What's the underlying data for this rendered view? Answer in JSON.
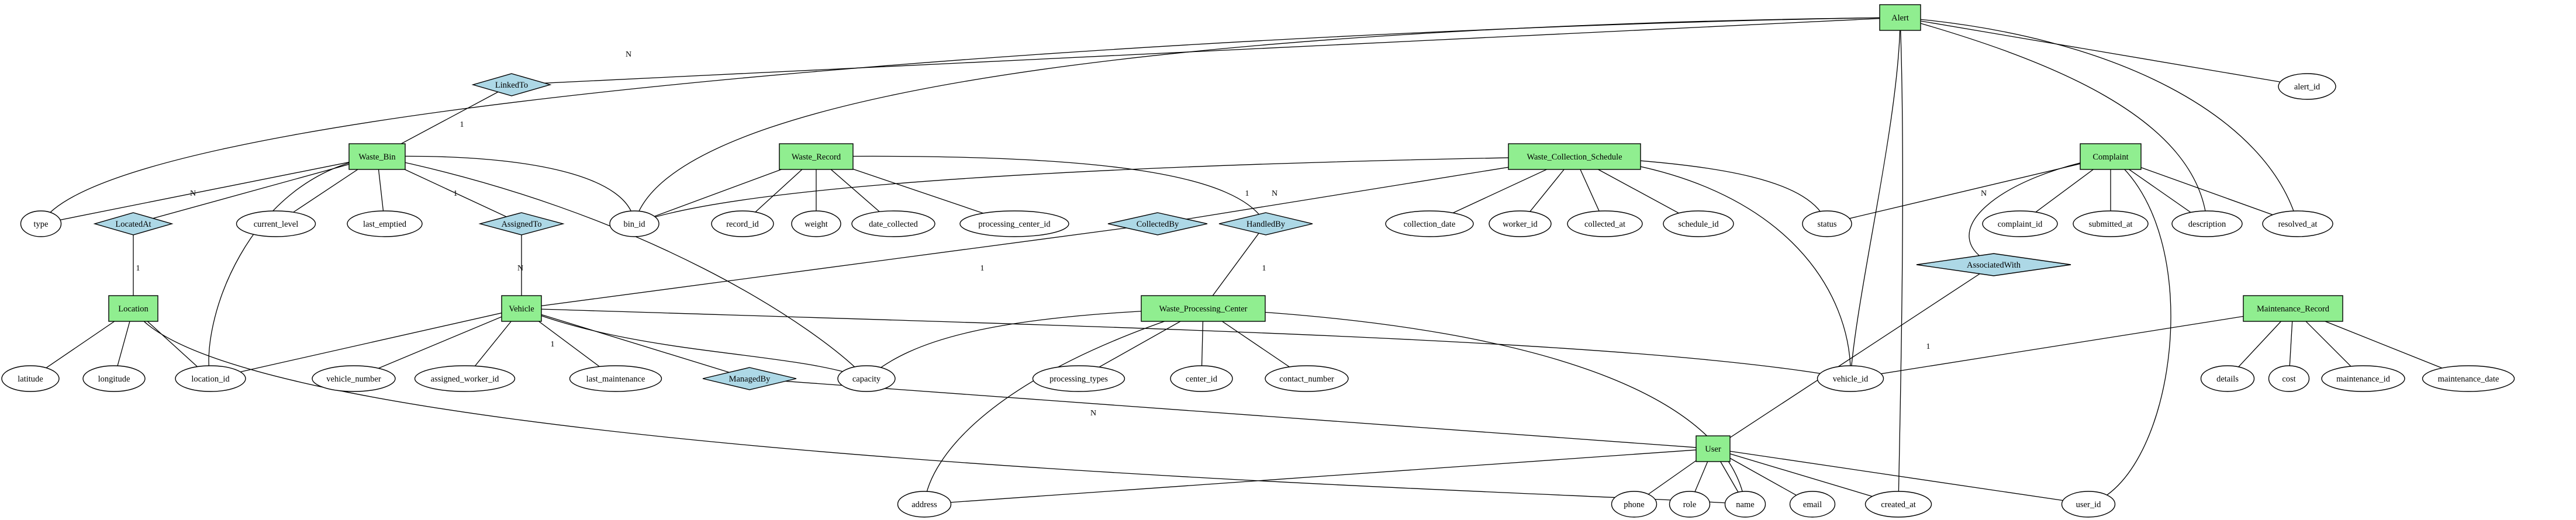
{
  "diagram": {
    "entities": [
      {
        "id": "alert",
        "label": "Alert"
      },
      {
        "id": "waste_bin",
        "label": "Waste_Bin"
      },
      {
        "id": "waste_record",
        "label": "Waste_Record"
      },
      {
        "id": "waste_collection_schedule",
        "label": "Waste_Collection_Schedule"
      },
      {
        "id": "complaint",
        "label": "Complaint"
      },
      {
        "id": "location",
        "label": "Location"
      },
      {
        "id": "vehicle",
        "label": "Vehicle"
      },
      {
        "id": "waste_processing_center",
        "label": "Waste_Processing_Center"
      },
      {
        "id": "maintenance_record",
        "label": "Maintenance_Record"
      },
      {
        "id": "user",
        "label": "User"
      }
    ],
    "relationships": [
      {
        "id": "linkedto",
        "label": "LinkedTo"
      },
      {
        "id": "locatedat",
        "label": "LocatedAt"
      },
      {
        "id": "assignedto",
        "label": "AssignedTo"
      },
      {
        "id": "collectedby",
        "label": "CollectedBy"
      },
      {
        "id": "handledby",
        "label": "HandledBy"
      },
      {
        "id": "associatedwith",
        "label": "AssociatedWith"
      },
      {
        "id": "managedby",
        "label": "ManagedBy"
      }
    ],
    "attributes": [
      {
        "id": "alert_id",
        "label": "alert_id"
      },
      {
        "id": "type",
        "label": "type"
      },
      {
        "id": "bin_id",
        "label": "bin_id"
      },
      {
        "id": "current_level",
        "label": "current_level"
      },
      {
        "id": "last_emptied",
        "label": "last_emptied"
      },
      {
        "id": "record_id",
        "label": "record_id"
      },
      {
        "id": "weight",
        "label": "weight"
      },
      {
        "id": "date_collected",
        "label": "date_collected"
      },
      {
        "id": "processing_center_id",
        "label": "processing_center_id"
      },
      {
        "id": "collection_date",
        "label": "collection_date"
      },
      {
        "id": "worker_id",
        "label": "worker_id"
      },
      {
        "id": "collected_at",
        "label": "collected_at"
      },
      {
        "id": "schedule_id",
        "label": "schedule_id"
      },
      {
        "id": "status",
        "label": "status"
      },
      {
        "id": "complaint_id",
        "label": "complaint_id"
      },
      {
        "id": "submitted_at",
        "label": "submitted_at"
      },
      {
        "id": "description",
        "label": "description"
      },
      {
        "id": "resolved_at",
        "label": "resolved_at"
      },
      {
        "id": "latitude",
        "label": "latitude"
      },
      {
        "id": "longitude",
        "label": "longitude"
      },
      {
        "id": "location_id",
        "label": "location_id"
      },
      {
        "id": "vehicle_number",
        "label": "vehicle_number"
      },
      {
        "id": "assigned_worker_id",
        "label": "assigned_worker_id"
      },
      {
        "id": "last_maintenance",
        "label": "last_maintenance"
      },
      {
        "id": "capacity",
        "label": "capacity"
      },
      {
        "id": "processing_types",
        "label": "processing_types"
      },
      {
        "id": "center_id",
        "label": "center_id"
      },
      {
        "id": "contact_number",
        "label": "contact_number"
      },
      {
        "id": "vehicle_id",
        "label": "vehicle_id"
      },
      {
        "id": "details",
        "label": "details"
      },
      {
        "id": "cost",
        "label": "cost"
      },
      {
        "id": "maintenance_id",
        "label": "maintenance_id"
      },
      {
        "id": "maintenance_date",
        "label": "maintenance_date"
      },
      {
        "id": "address",
        "label": "address"
      },
      {
        "id": "phone",
        "label": "phone"
      },
      {
        "id": "role",
        "label": "role"
      },
      {
        "id": "name",
        "label": "name"
      },
      {
        "id": "email",
        "label": "email"
      },
      {
        "id": "created_at",
        "label": "created_at"
      },
      {
        "id": "user_id",
        "label": "user_id"
      }
    ],
    "cardinalities": [
      {
        "id": "c_alert_linked",
        "label": "N"
      },
      {
        "id": "c_linked_bin",
        "label": "1"
      },
      {
        "id": "c_bin_located",
        "label": "N"
      },
      {
        "id": "c_located_loc",
        "label": "1"
      },
      {
        "id": "c_bin_assigned",
        "label": "1"
      },
      {
        "id": "c_assigned_veh",
        "label": "N"
      },
      {
        "id": "c_sched_collected",
        "label": "1"
      },
      {
        "id": "c_collected_veh",
        "label": "1"
      },
      {
        "id": "c_rec_handled",
        "label": "N"
      },
      {
        "id": "c_handled_wpc",
        "label": "1"
      },
      {
        "id": "c_comp_assoc",
        "label": "N"
      },
      {
        "id": "c_assoc_user",
        "label": "1"
      },
      {
        "id": "c_veh_managed",
        "label": "1"
      },
      {
        "id": "c_managed_user",
        "label": "N"
      }
    ]
  }
}
